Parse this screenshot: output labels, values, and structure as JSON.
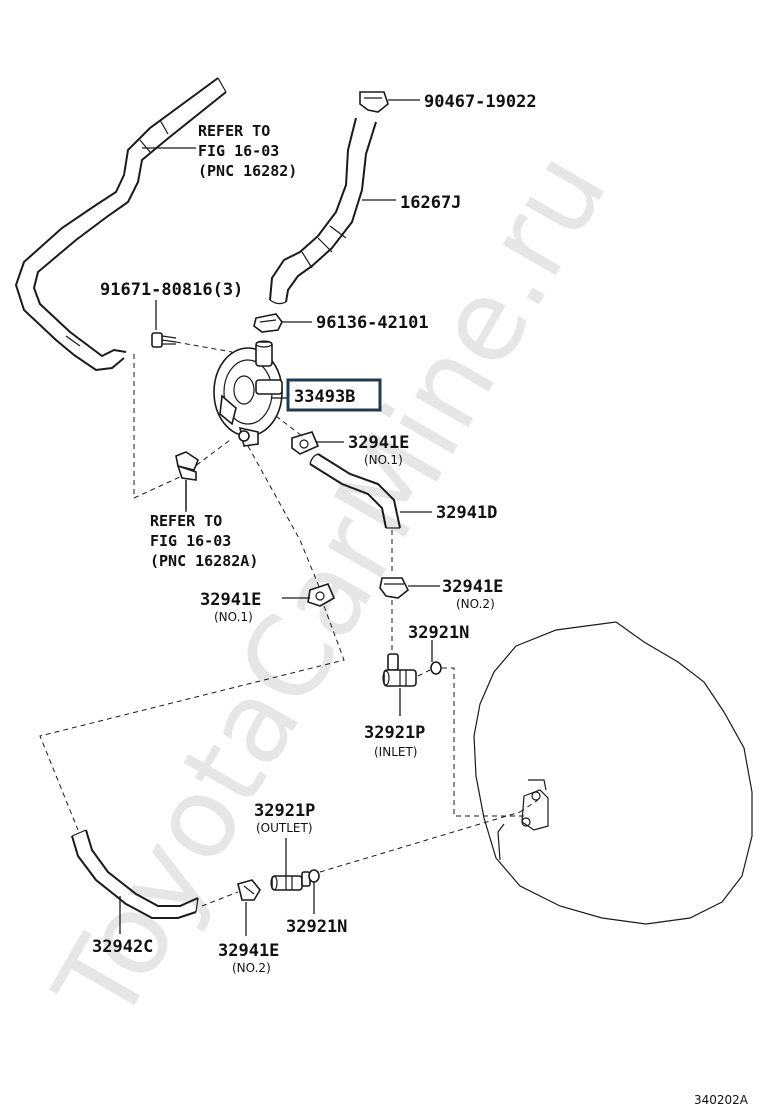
{
  "watermark": "ToyotaCarMine.ru",
  "figure_code": "340202A",
  "labels": {
    "p90467": "90467-19022",
    "p16267j": "16267J",
    "p91671": "91671-80816(3)",
    "p96136": "96136-42101",
    "p33493b": "33493B",
    "p32941e_1": "32941E",
    "p32941e_1_sub": "(NO.1)",
    "p32941d": "32941D",
    "p32941e_2": "32941E",
    "p32941e_2_sub": "(NO.2)",
    "p32921n_1": "32921N",
    "p32921p_inlet": "32921P",
    "p32921p_inlet_sub": "(INLET)",
    "p32941e_3": "32941E",
    "p32941e_3_sub": "(NO.1)",
    "p32921p_outlet": "32921P",
    "p32921p_outlet_sub": "(OUTLET)",
    "p32942c": "32942C",
    "p32941e_4": "32941E",
    "p32941e_4_sub": "(NO.2)",
    "p32921n_2": "32921N"
  },
  "refer_top": {
    "line1": "REFER TO",
    "line2": "FIG 16-03",
    "line3": "(PNC 16282)"
  },
  "refer_mid": {
    "line1": "REFER TO",
    "line2": "FIG 16-03",
    "line3": "(PNC 16282A)"
  },
  "highlight_color": "#1f3b4d"
}
